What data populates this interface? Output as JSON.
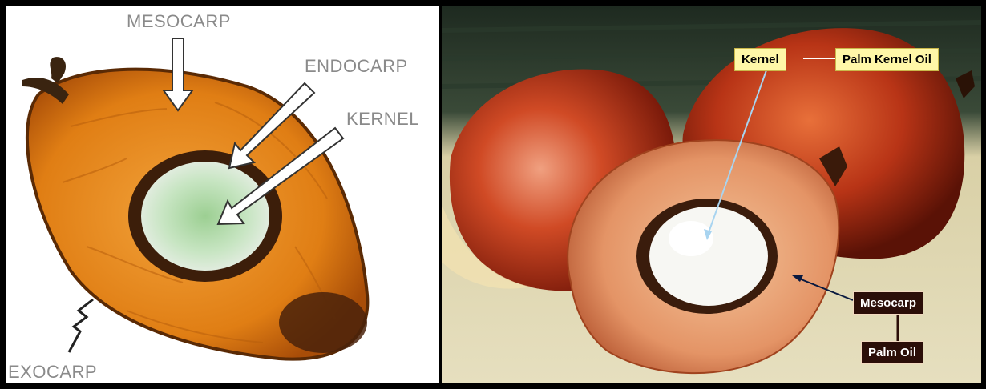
{
  "left_diagram": {
    "labels": {
      "mesocarp": "MESOCARP",
      "endocarp": "ENDOCARP",
      "kernel": "KERNEL",
      "exocarp": "EXOCARP"
    }
  },
  "right_photo": {
    "labels": {
      "kernel": "Kernel",
      "palm_kernel_oil": "Palm Kernel Oil",
      "mesocarp": "Mesocarp",
      "palm_oil": "Palm Oil"
    }
  },
  "colors": {
    "frame": "#000000",
    "yellow_label": "#fff7a8",
    "dark_label": "#2b0e08",
    "fruit_orange": "#e88a1a",
    "fruit_red": "#c03018"
  }
}
